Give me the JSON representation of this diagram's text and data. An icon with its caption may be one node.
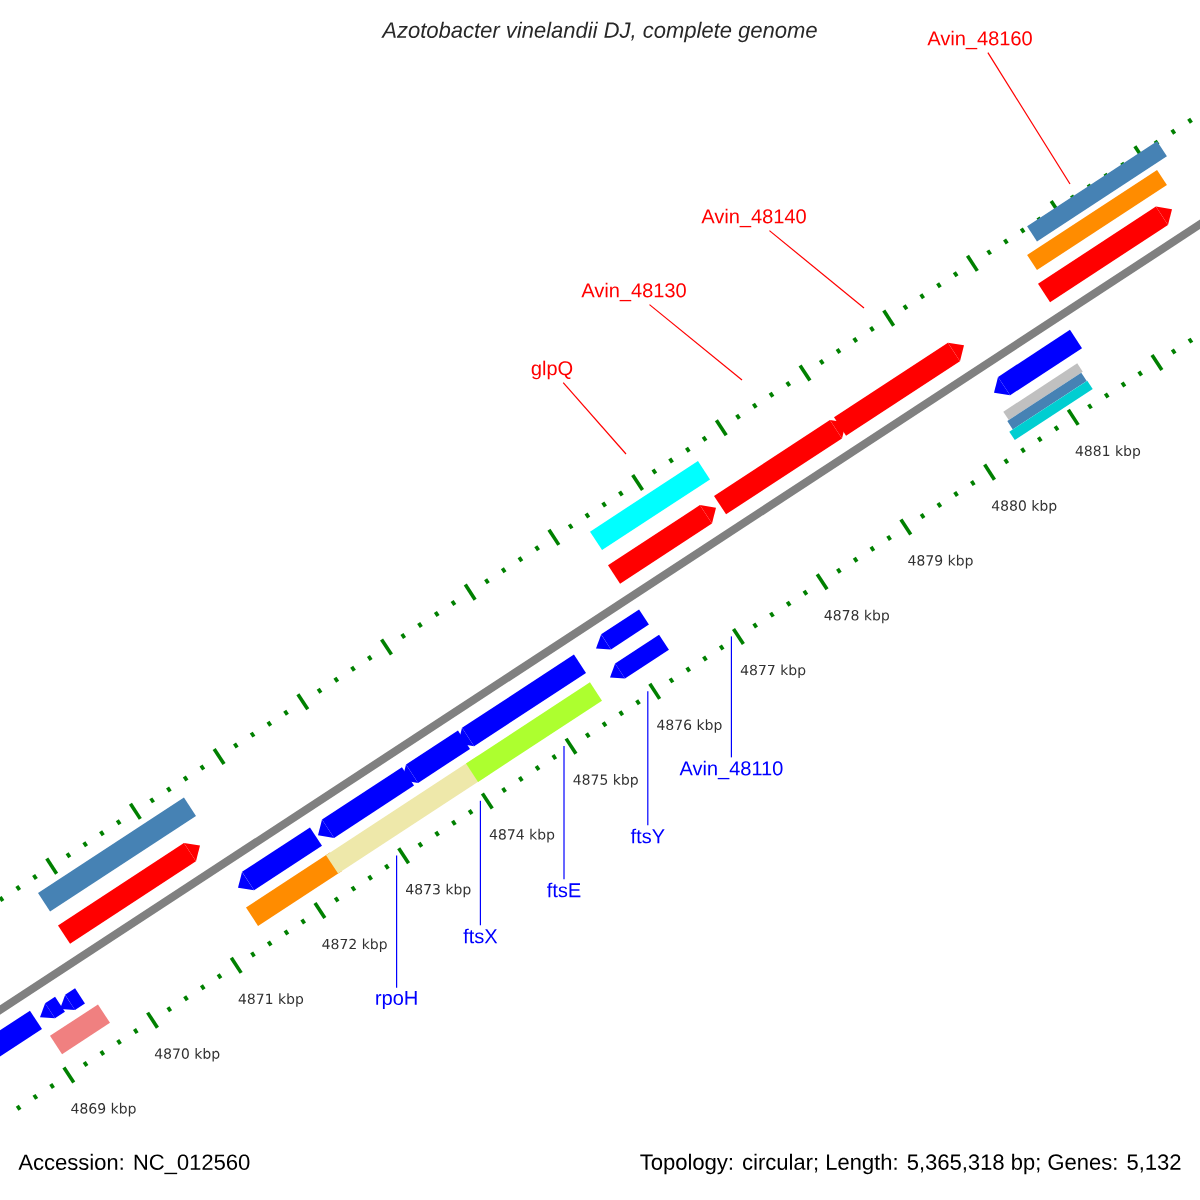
{
  "diagram": {
    "title": "Azotobacter vinelandii DJ, complete genome",
    "nodes": [
      {
        "text": [
          "Avin_48160"
        ]
      },
      {
        "text": [
          "Avin_48140"
        ]
      },
      {
        "text": [
          "Avin_48130"
        ]
      },
      {
        "text": [
          "glpQ"
        ]
      },
      {
        "text": [
          "Avin_48110"
        ]
      },
      {
        "text": [
          "ftsY"
        ]
      },
      {
        "text": [
          "ftsE"
        ]
      },
      {
        "text": [
          "ftsX"
        ]
      },
      {
        "text": [
          "rpoH"
        ]
      }
    ],
    "edges": [
      {
        "from": 0,
        "to": null,
        "arrow": "none",
        "color": "#ff0000"
      },
      {
        "from": 1,
        "to": null,
        "arrow": "none",
        "color": "#ff0000"
      },
      {
        "from": 2,
        "to": null,
        "arrow": "none",
        "color": "#ff0000"
      },
      {
        "from": 3,
        "to": null,
        "arrow": "none",
        "color": "#ff0000"
      },
      {
        "from": 4,
        "to": null,
        "arrow": "none",
        "color": "#0000ff"
      },
      {
        "from": 5,
        "to": null,
        "arrow": "none",
        "color": "#0000ff"
      },
      {
        "from": 6,
        "to": null,
        "arrow": "none",
        "color": "#0000ff"
      },
      {
        "from": 7,
        "to": null,
        "arrow": "none",
        "color": "#0000ff"
      },
      {
        "from": 8,
        "to": null,
        "arrow": "none",
        "color": "#0000ff"
      }
    ],
    "labels": [
      "4869 kbp",
      "4870 kbp",
      "4871 kbp",
      "4872 kbp",
      "4873 kbp",
      "4874 kbp",
      "4875 kbp",
      "4876 kbp",
      "4877 kbp",
      "4878 kbp",
      "4879 kbp",
      "4880 kbp",
      "4881 kbp",
      "Accession: NC_012560",
      "Topology: circular; Length: 5,365,318 bp; Genes: 5,132"
    ]
  }
}
